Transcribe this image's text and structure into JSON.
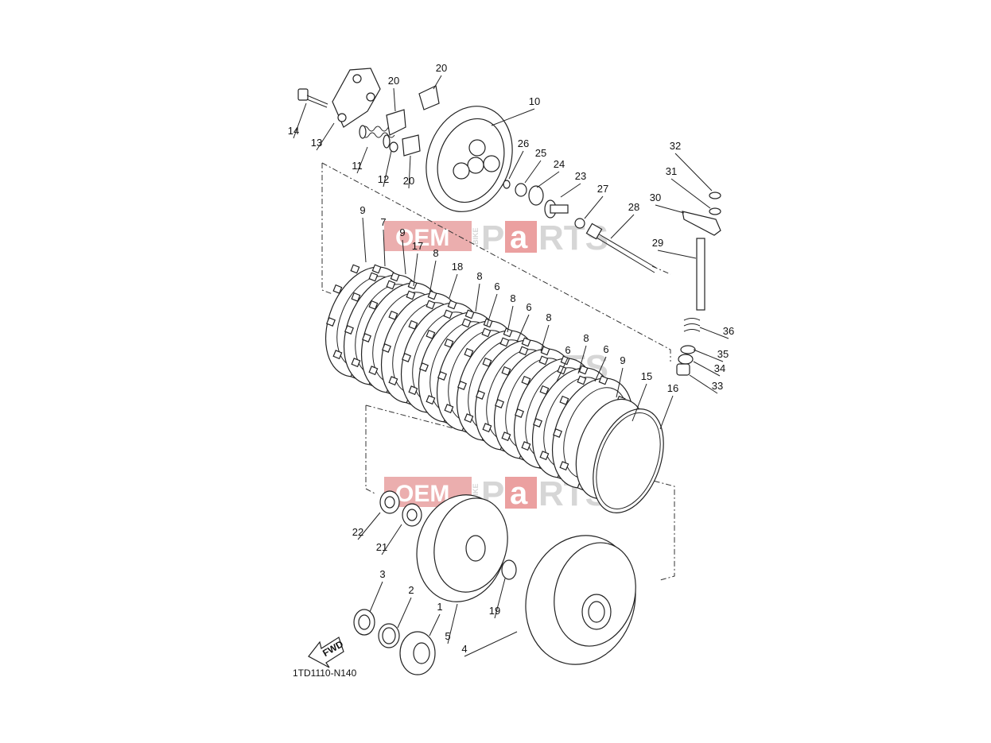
{
  "diagram_code": "1TD1110-N140",
  "fwd_label": "FWD",
  "watermark": {
    "box_text": "OEM",
    "side_text": "BIKE",
    "text_1": "P",
    "text_2": "a",
    "text_3": "RTS",
    "colors": {
      "box": "#e8a0a0",
      "letters": "#d0d0d0",
      "accent": "#e89090"
    }
  },
  "callouts": [
    "1",
    "2",
    "3",
    "4",
    "5",
    "6",
    "6",
    "6",
    "6",
    "7",
    "8",
    "8",
    "8",
    "8",
    "8",
    "9",
    "9",
    "9",
    "10",
    "11",
    "12",
    "13",
    "14",
    "15",
    "16",
    "17",
    "18",
    "19",
    "20",
    "20",
    "20",
    "21",
    "22",
    "23",
    "24",
    "25",
    "26",
    "27",
    "28",
    "29",
    "30",
    "31",
    "32",
    "33",
    "34",
    "35",
    "36"
  ]
}
